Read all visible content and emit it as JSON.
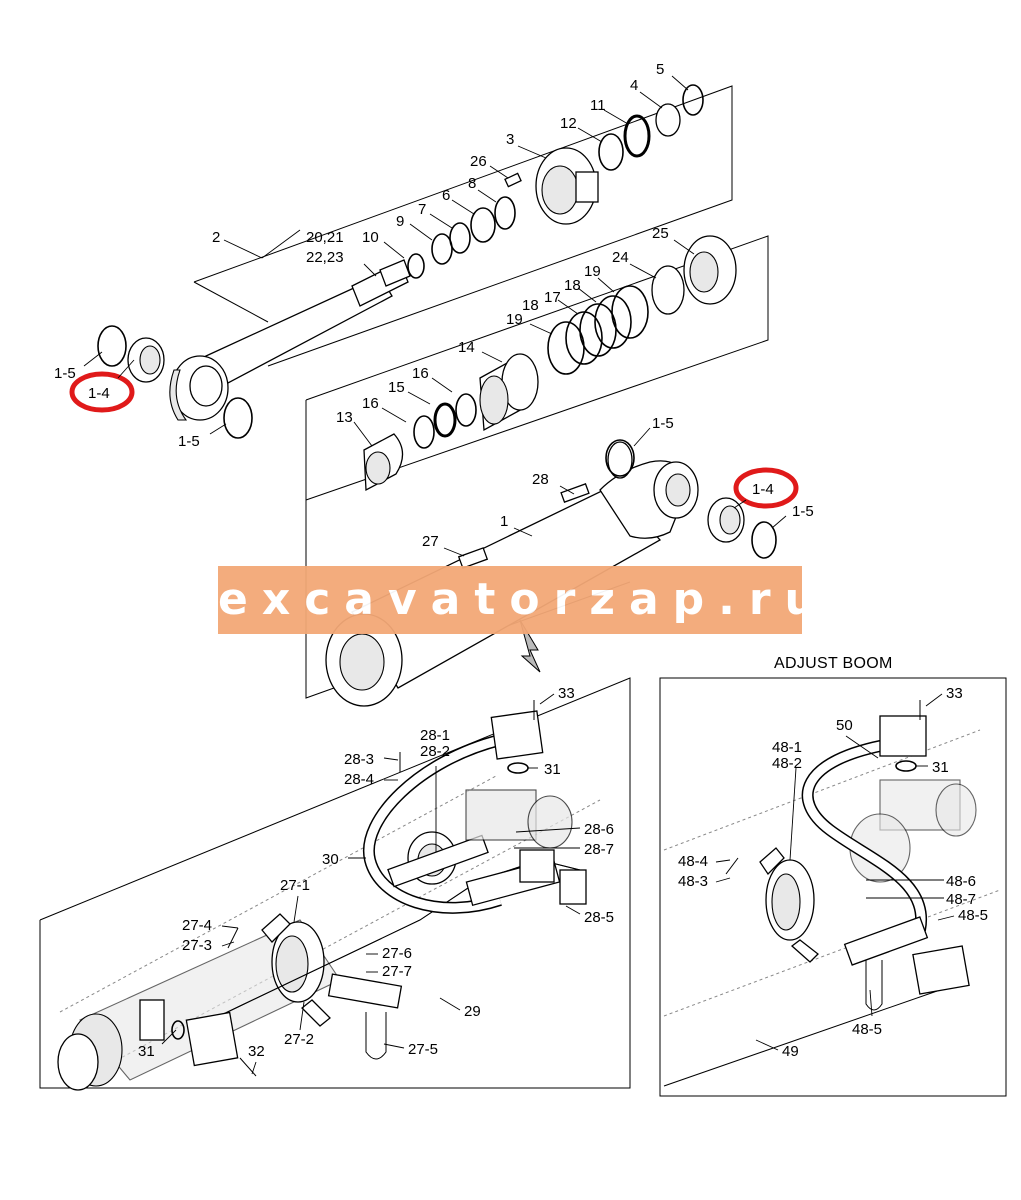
{
  "panels": {
    "adjust_boom": {
      "heading": "ADJUST BOOM"
    }
  },
  "watermark": {
    "text": "excavatorzap.ru",
    "color": "#f3a877"
  },
  "highlight": {
    "color": "#e01a1a"
  },
  "callouts": {
    "c5": "5",
    "c4": "4",
    "c11": "11",
    "c12": "12",
    "c3": "3",
    "c26": "26",
    "c8": "8",
    "c6": "6",
    "c7": "7",
    "c9": "9",
    "c10": "10",
    "c2": "2",
    "c20_21": "20,21",
    "c22_23": "22,23",
    "c25": "25",
    "c24": "24",
    "c19a": "19",
    "c18a": "18",
    "c17": "17",
    "c19b": "19",
    "c14": "14",
    "c16a": "16",
    "c15": "15",
    "c16b": "16",
    "c13": "13",
    "c1_5a": "1-5",
    "c1_4a": "1-4",
    "c1_5b": "1-5",
    "c1_5c": "1-5",
    "c28": "28",
    "c1_4b": "1-4",
    "c1_5d": "1-5",
    "c1": "1",
    "c27": "27",
    "l33": "33",
    "l28_1": "28-1",
    "l28_2": "28-2",
    "l28_3": "28-3",
    "l28_4": "28-4",
    "l31a": "31",
    "l30": "30",
    "l28_6": "28-6",
    "l28_7": "28-7",
    "l28_5": "28-5",
    "l27_1": "27-1",
    "l27_4": "27-4",
    "l27_3": "27-3",
    "l27_6": "27-6",
    "l27_7": "27-7",
    "l29": "29",
    "l27_2": "27-2",
    "l27_5": "27-5",
    "l31b": "31",
    "l32": "32",
    "r33": "33",
    "r50": "50",
    "r48_1": "48-1",
    "r48_2": "48-2",
    "r31": "31",
    "r48_4": "48-4",
    "r48_3": "48-3",
    "r48_6": "48-6",
    "r48_7": "48-7",
    "r48_5a": "48-5",
    "r48_5b": "48-5",
    "r49": "49"
  }
}
